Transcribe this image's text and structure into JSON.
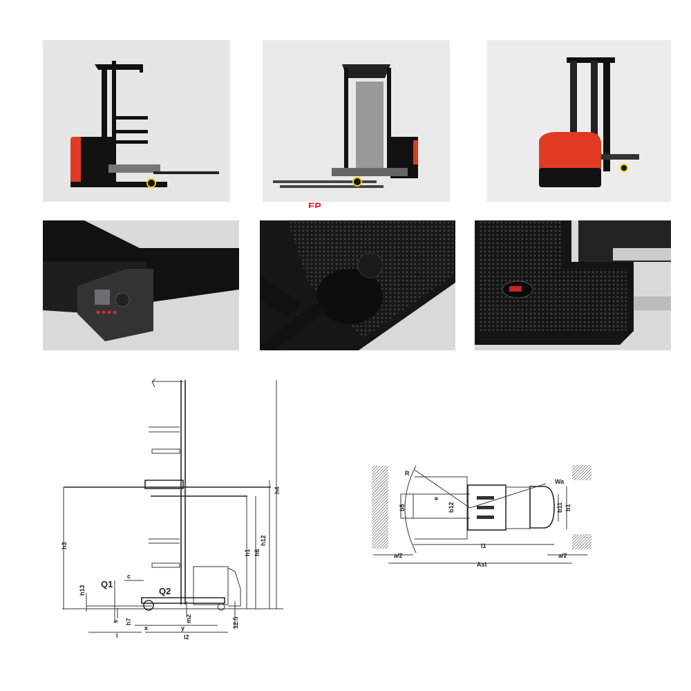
{
  "photos": [
    {
      "label": "order-picker-side-view",
      "background": "#e6e6e6"
    },
    {
      "label": "order-picker-front-view",
      "background": "#e9e9e9"
    },
    {
      "label": "order-picker-rear-view",
      "background": "#ececec"
    },
    {
      "label": "control-display-closeup",
      "background": "#d9d9d9"
    },
    {
      "label": "floor-mat-joystick-closeup",
      "background": "#1c1c1c"
    },
    {
      "label": "floor-mat-key-switch-closeup",
      "background": "#1a1a1a"
    }
  ],
  "logo_fragment": "EP",
  "colors": {
    "accent_red": "#e03a22",
    "body_black": "#151515"
  },
  "side_view": {
    "labels": {
      "h4": "h4",
      "h12": "h12",
      "h3": "h3",
      "h1": "h1",
      "h6": "h6",
      "h13": "h13",
      "q1": "Q1",
      "q2": "Q2",
      "c": "c",
      "s": "s",
      "h7": "h7",
      "m2": "m2",
      "x": "x",
      "y": "y",
      "l": "l",
      "l2": "l2",
      "clearance": "12.5"
    }
  },
  "top_view": {
    "labels": {
      "r": "R",
      "wa": "Wa",
      "e": "e",
      "b5": "b5",
      "b11": "b11",
      "b1": "b1",
      "l1": "l1",
      "a2_left": "a/2",
      "a2_right": "a/2",
      "ast": "Ast",
      "b12": "b12"
    }
  }
}
